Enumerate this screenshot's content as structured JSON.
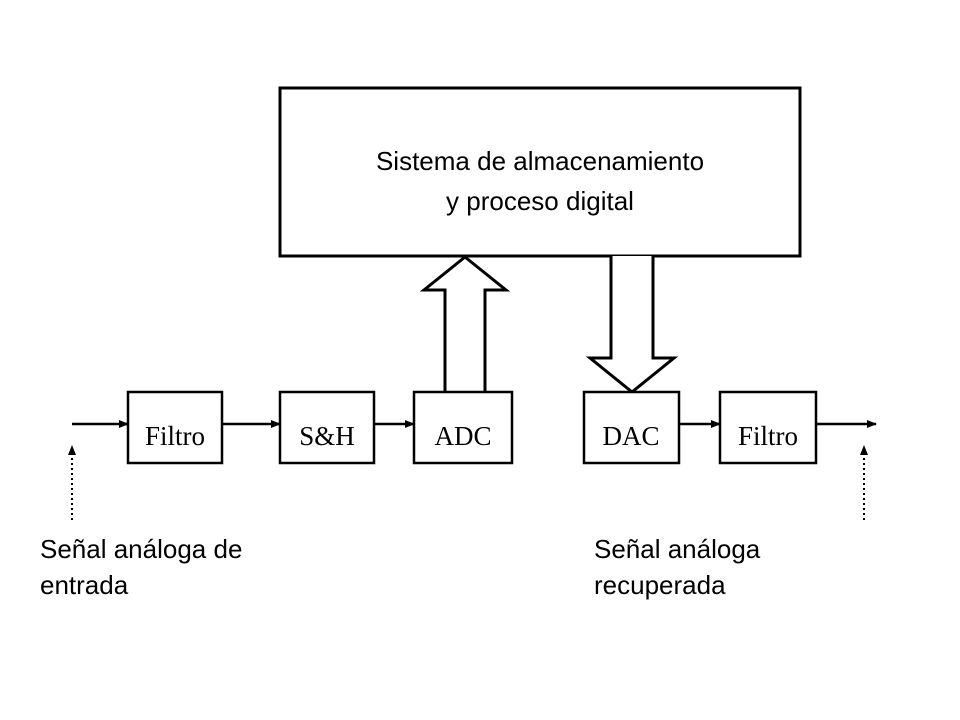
{
  "storage_block": {
    "line1": "Sistema de almacenamiento",
    "line2": "y proceso digital"
  },
  "blocks": {
    "filter_in": "Filtro",
    "sample_hold": "S&H",
    "adc": "ADC",
    "dac": "DAC",
    "filter_out": "Filtro"
  },
  "labels": {
    "input_line1": "Señal análoga de",
    "input_line2": "entrada",
    "output_line1": "Señal análoga",
    "output_line2": "recuperada"
  }
}
